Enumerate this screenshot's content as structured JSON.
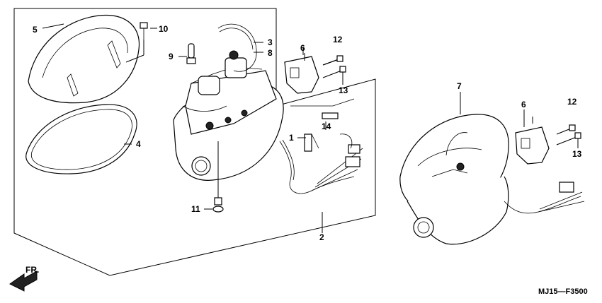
{
  "diagram": {
    "code": "MJ15—F3500",
    "direction": "FR.",
    "callouts": [
      {
        "id": "c1",
        "label": "1"
      },
      {
        "id": "c2",
        "label": "2"
      },
      {
        "id": "c3",
        "label": "3"
      },
      {
        "id": "c4",
        "label": "4"
      },
      {
        "id": "c5",
        "label": "5"
      },
      {
        "id": "c6a",
        "label": "6"
      },
      {
        "id": "c6b",
        "label": "6"
      },
      {
        "id": "c7",
        "label": "7"
      },
      {
        "id": "c8",
        "label": "8"
      },
      {
        "id": "c9",
        "label": "9"
      },
      {
        "id": "c10",
        "label": "10"
      },
      {
        "id": "c11",
        "label": "11"
      },
      {
        "id": "c12a",
        "label": "12"
      },
      {
        "id": "c12b",
        "label": "12"
      },
      {
        "id": "c13a",
        "label": "13"
      },
      {
        "id": "c13b",
        "label": "13"
      },
      {
        "id": "c14",
        "label": "14"
      }
    ]
  }
}
